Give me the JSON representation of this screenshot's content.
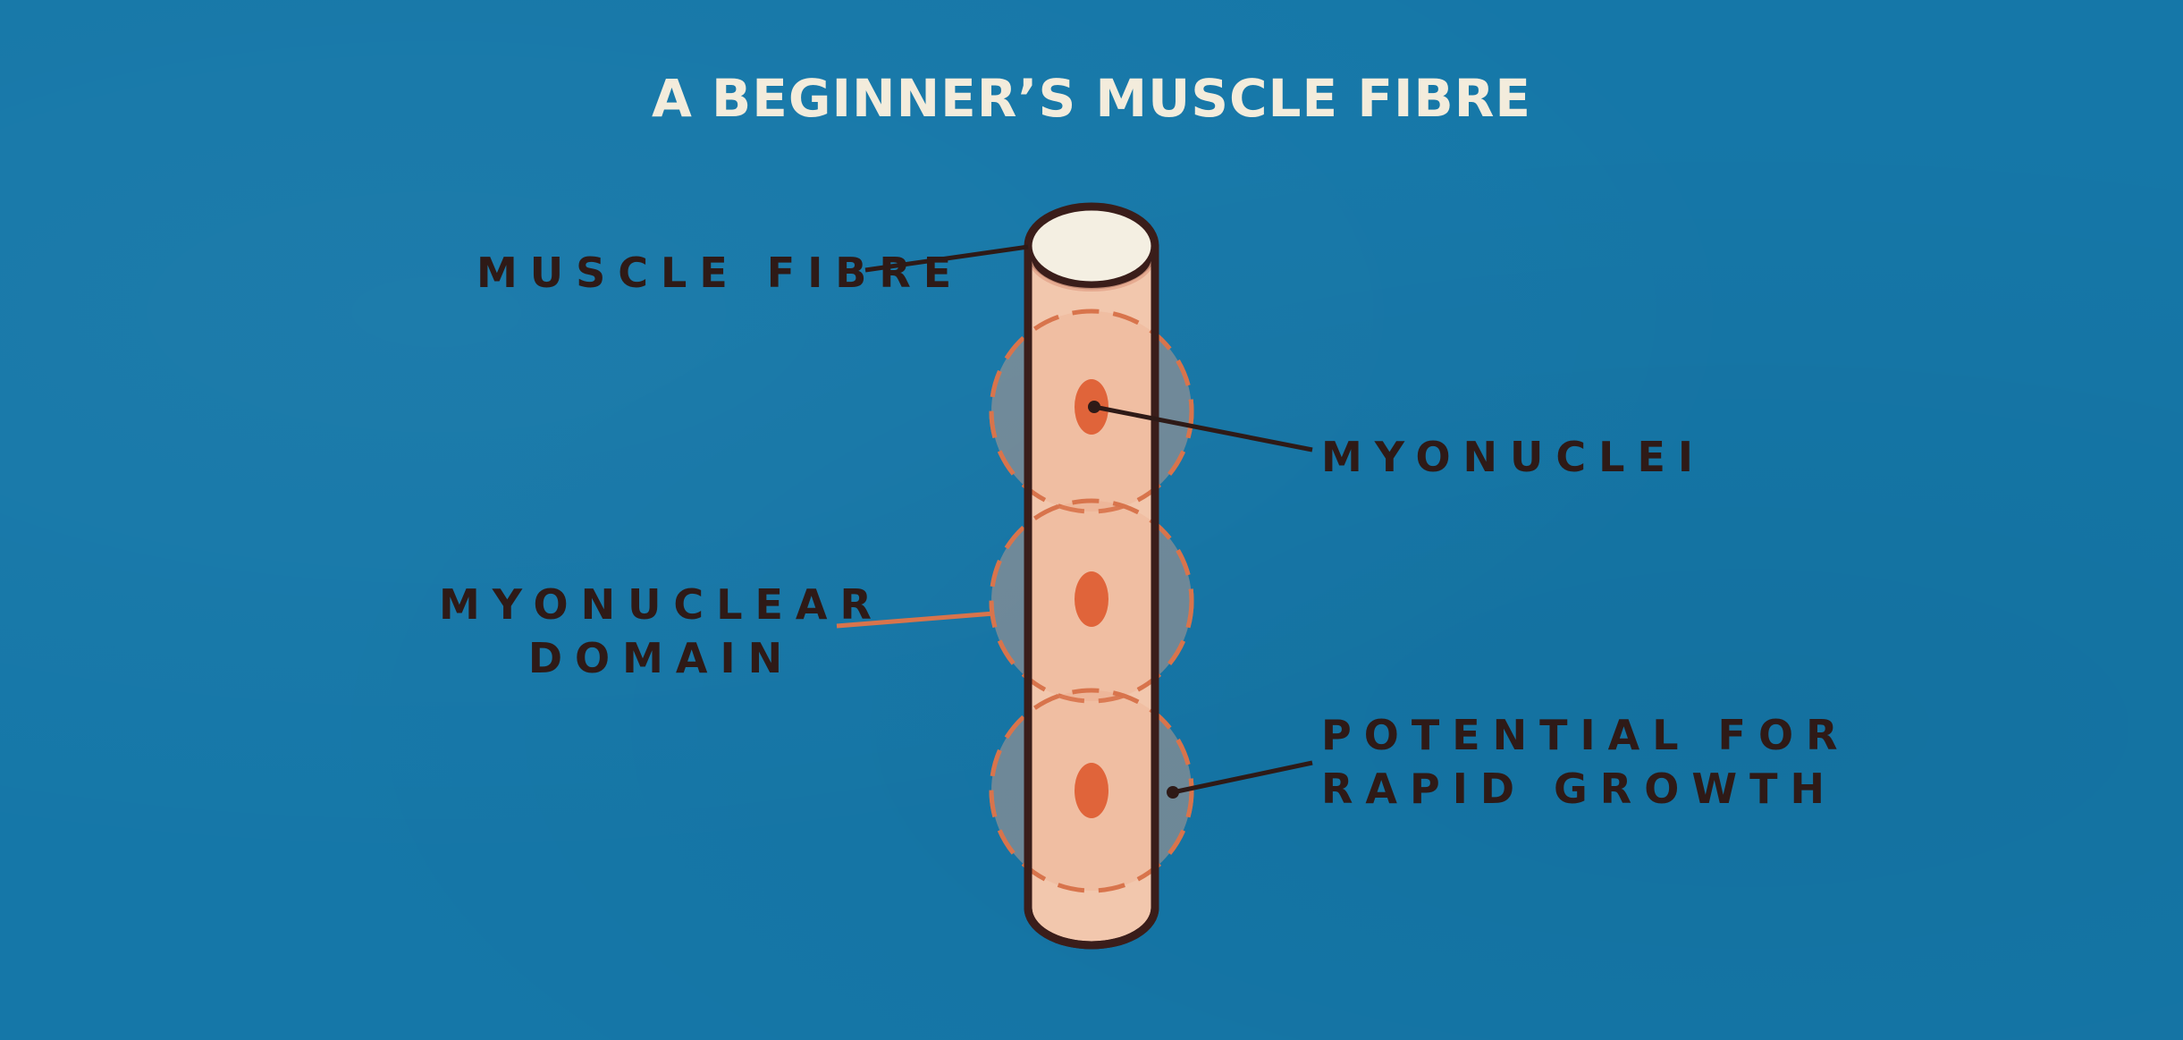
{
  "title": "A BEGINNER’S MUSCLE FIBRE",
  "labels": {
    "muscle_fibre": "MUSCLE FIBRE",
    "myonuclei": "MYONUCLEI",
    "myonuclear_domain_line1": "MYONUCLEAR",
    "myonuclear_domain_line2": "DOMAIN",
    "potential_line1": "POTENTIAL FOR",
    "potential_line2": "RAPID GROWTH"
  },
  "colors": {
    "background": "#1577a8",
    "title_text": "#f3ecdc",
    "label_text": "#2e1a17",
    "fibre_fill": "#f2c7ad",
    "fibre_outline": "#3a1d1a",
    "fibre_top": "#f4efe2",
    "nucleus": "#e0643a",
    "domain_outline": "#d8744c",
    "domain_leader": "#d8744c"
  }
}
